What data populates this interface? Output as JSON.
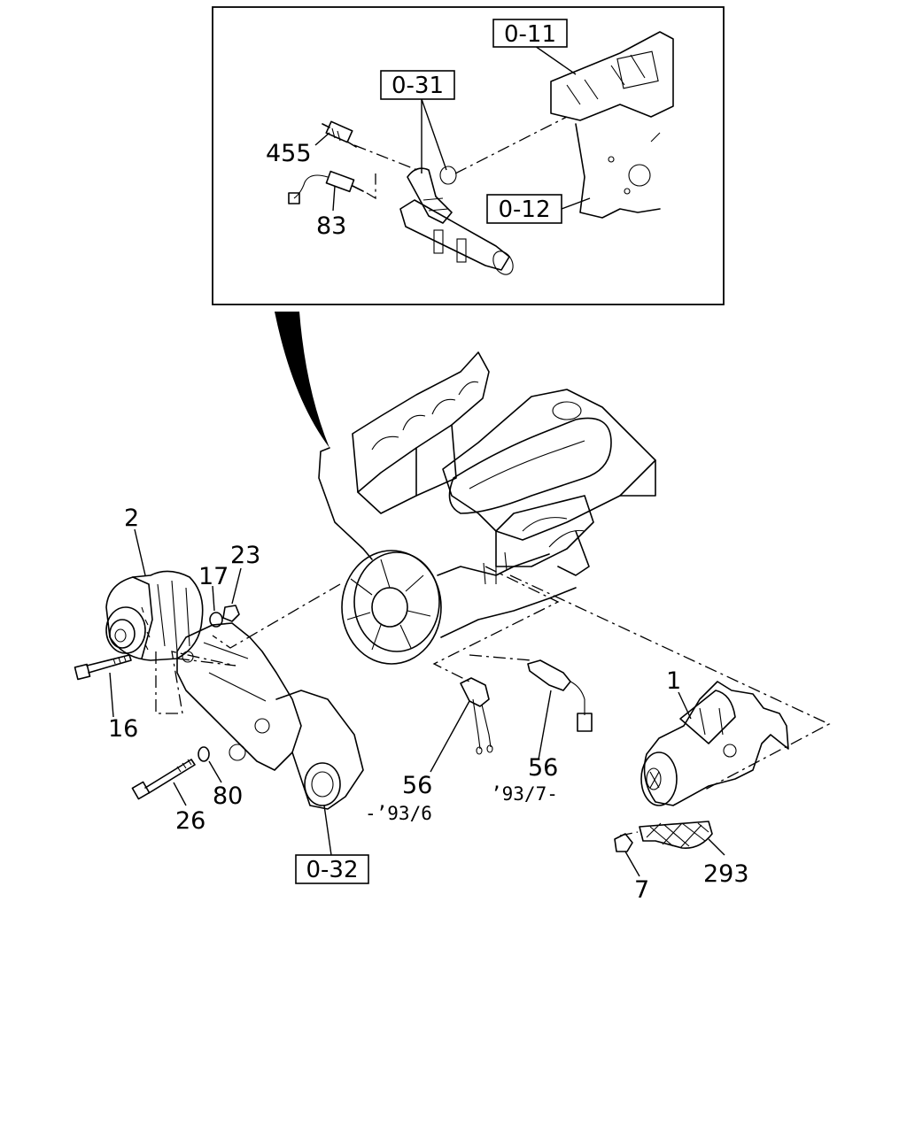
{
  "refs": {
    "r011": "0-11",
    "r031": "0-31",
    "r012": "0-12",
    "r032": "0-32"
  },
  "callouts": {
    "c455": "455",
    "c83": "83",
    "c2": "2",
    "c17": "17",
    "c23": "23",
    "c16": "16",
    "c80": "80",
    "c26": "26",
    "c56a": "56",
    "c56b": "56",
    "c1": "1",
    "c7": "7",
    "c293": "293"
  },
  "notes": {
    "early": "-’93/6",
    "late": "’93/7-"
  }
}
